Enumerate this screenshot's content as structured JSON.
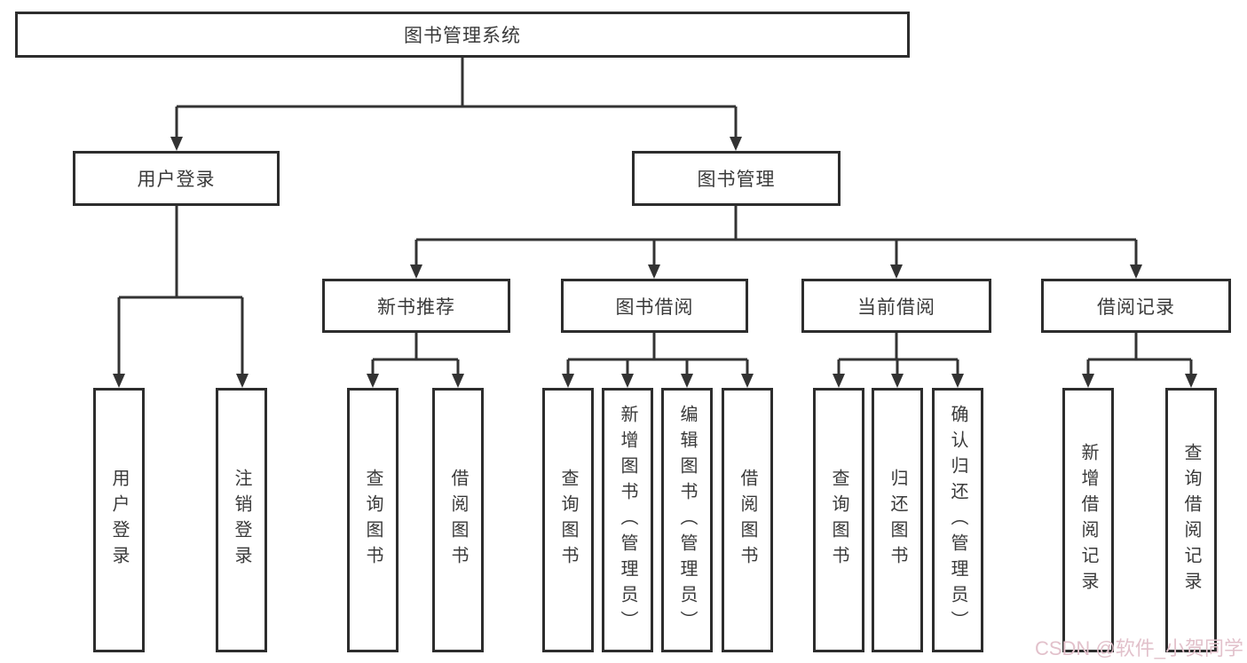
{
  "tree": {
    "label": "图书管理系统",
    "children": [
      {
        "label": "用户登录",
        "children": [
          {
            "label": "用户登录"
          },
          {
            "label": "注销登录"
          }
        ]
      },
      {
        "label": "图书管理",
        "children": [
          {
            "label": "新书推荐",
            "children": [
              {
                "label": "查询图书"
              },
              {
                "label": "借阅图书"
              }
            ]
          },
          {
            "label": "图书借阅",
            "children": [
              {
                "label": "查询图书"
              },
              {
                "label": "新增图书（管理员）"
              },
              {
                "label": "编辑图书（管理员）"
              },
              {
                "label": "借阅图书"
              }
            ]
          },
          {
            "label": "当前借阅",
            "children": [
              {
                "label": "查询图书"
              },
              {
                "label": "归还图书"
              },
              {
                "label": "确认归还（管理员）"
              }
            ]
          },
          {
            "label": "借阅记录",
            "children": [
              {
                "label": "新增借阅记录"
              },
              {
                "label": "查询借阅记录"
              }
            ]
          }
        ]
      }
    ]
  },
  "watermark": {
    "text": "CSDN @软件_小贺同学"
  },
  "colors": {
    "line": "#333333",
    "border": "#2d2d2d",
    "text": "#3a3a3a",
    "background": "#ffffff",
    "watermark": "#e2c1cb"
  }
}
